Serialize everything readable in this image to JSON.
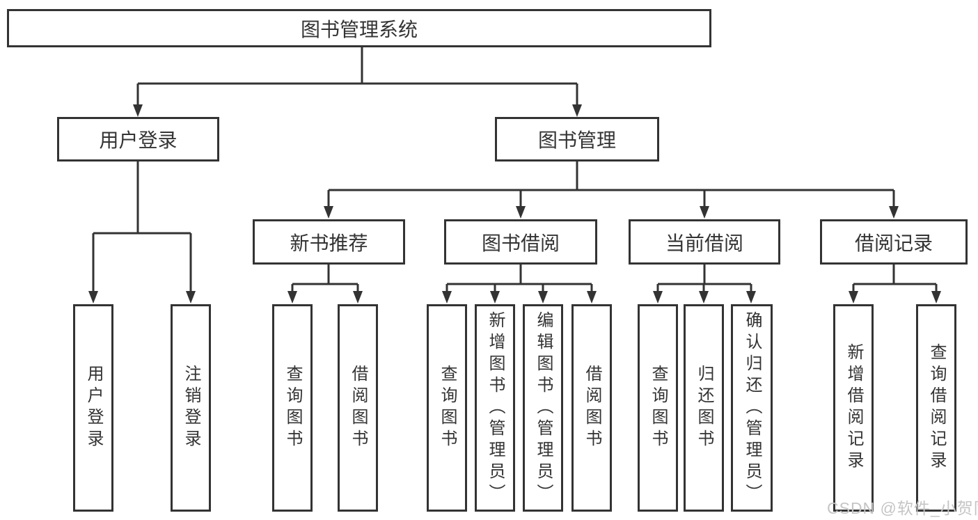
{
  "nodes": {
    "root": {
      "label": "图书管理系统"
    },
    "level2": [
      {
        "label": "用户登录"
      },
      {
        "label": "图书管理"
      }
    ],
    "level3": [
      {
        "label": "新书推荐",
        "parent": "图书管理"
      },
      {
        "label": "图书借阅",
        "parent": "图书管理"
      },
      {
        "label": "当前借阅",
        "parent": "图书管理"
      },
      {
        "label": "借阅记录",
        "parent": "图书管理"
      }
    ],
    "leaves": [
      {
        "label": "用户登录",
        "parent": "用户登录"
      },
      {
        "label": "注销登录",
        "parent": "用户登录"
      },
      {
        "label": "查询图书",
        "parent": "新书推荐"
      },
      {
        "label": "借阅图书",
        "parent": "新书推荐"
      },
      {
        "label": "查询图书",
        "parent": "图书借阅"
      },
      {
        "label": "新增图书（管理员）",
        "parent": "图书借阅"
      },
      {
        "label": "编辑图书（管理员）",
        "parent": "图书借阅"
      },
      {
        "label": "借阅图书",
        "parent": "图书借阅"
      },
      {
        "label": "查询图书",
        "parent": "当前借阅"
      },
      {
        "label": "归还图书",
        "parent": "当前借阅"
      },
      {
        "label": "确认归还（管理员）",
        "parent": "当前借阅"
      },
      {
        "label": "新增借阅记录",
        "parent": "借阅记录"
      },
      {
        "label": "查询借阅记录",
        "parent": "借阅记录"
      }
    ]
  },
  "watermark": {
    "text": "CSDN @软件_小贺同学"
  },
  "colors": {
    "line": "#333333",
    "text": "#333333",
    "box_background": "#ffffff",
    "watermark": "#c5c5c5",
    "background": "#ffffff"
  }
}
